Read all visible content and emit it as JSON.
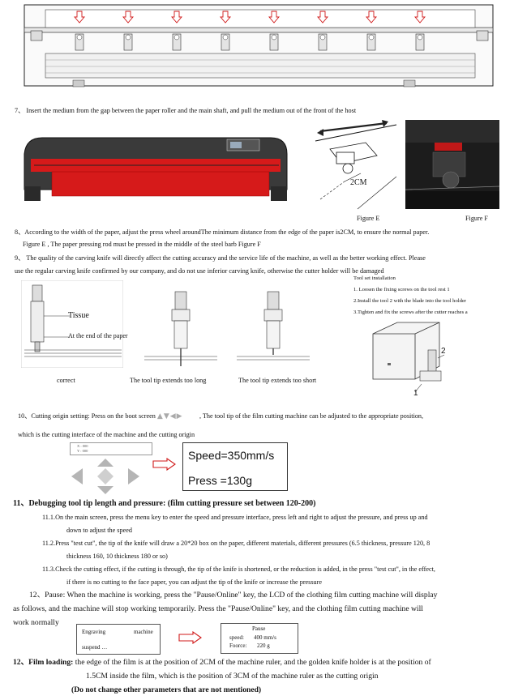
{
  "step7": {
    "num": "7、",
    "text": "Insert the medium from the gap between the paper roller and the main shaft, and pull the medium out of the front of the host"
  },
  "figures": {
    "figure_e": "Figure   E",
    "figure_f": "Figure   F",
    "distance_label": "2CM"
  },
  "step8": {
    "line1": "8、According to the width of the paper, adjust the press wheel aroundThe minimum distance from the edge of the paper is2CM, to ensure the normal paper.",
    "line2": "Figure E , The paper pressing rod must be pressed in the middle of the steel barb      Figure F"
  },
  "step9": {
    "line1": "9、   The quality of the carving knife will directly affect the cutting accuracy and the service life of the machine, as well as the better working effect. Please",
    "line2": "use the regular carving knife confirmed by our company, and do not use inferior carving knife, otherwise the cutter holder will be damaged"
  },
  "tool_install": {
    "title": "Tool set installation",
    "steps": [
      "1. Loosen the fixing screws on the tool rest 1",
      "2.Install the tool 2 with the blade into the tool holder",
      "3.Tighten and fix the screws after the cutter reaches a"
    ],
    "label_1": "1",
    "label_2": "2"
  },
  "knife_fig": {
    "tissue": "Tissue",
    "end_of_paper": "At the end of the paper"
  },
  "captions": {
    "correct": "correct",
    "too_long": "The tool tip extends too long",
    "too_short": "The tool tip extends too short"
  },
  "step10": {
    "line1": "10、Cutting origin setting: Press on the boot screen",
    "line1_end": ", The tool tip of the film cutting machine can be adjusted to the appropriate position,",
    "line2": "which is the cutting interface of the machine and the cutting origin"
  },
  "mini_screen": {
    "row1": "X :         000",
    "row2": "Y :         000"
  },
  "lcd_main": {
    "speed": "Speed=350mm/s",
    "press": "Press =130g"
  },
  "step11": {
    "title": "11、Debugging tool tip length and pressure: (film cutting pressure set between 120-200)",
    "s1a": "11.1.On the main screen, press the menu key to enter the speed and pressure interface, press left and right to adjust the pressure, and press up and",
    "s1b": "down to adjust the speed",
    "s2a": "11.2.Press \"test cut\", the tip of the knife will draw a 20*20 box on the paper, different materials, different pressures (6.5 thickness, pressure 120, 8",
    "s2b": "thickness 160, 10 thickness 180 or so)",
    "s3a": "11.3.Check the cutting effect, if the cutting is through, the tip of the knife is shortened, or the reduction is added, in the press \"test cut\", in the effect,",
    "s3b": "if there is no cutting to the face paper, you can adjust the tip of the knife or increase the pressure"
  },
  "step12": {
    "line1": "12、Pause: When the machine is working, press the \"Pause/Online\" key, the LCD of the clothing film cutting machine will display",
    "line2": "as follows, and the machine will stop working temporarily. Press the \"Pause/Online\" key, and the clothing film cutting machine will",
    "line3": "work normally"
  },
  "engraving_lcd": {
    "word1": "Engraving",
    "word2": "machine",
    "word3": "suspend …"
  },
  "pause_lcd": {
    "title": "Pause",
    "speed_label": "speed:",
    "speed_value": "400 mm/s",
    "force_label": "Foorce:",
    "force_value": "220 g"
  },
  "film_loading": {
    "title": "12、Film loading:",
    "line1": " the edge of the film is at the position of 2CM of the machine ruler, and the golden knife holder is at the position of",
    "line2": "1.5CM inside the film, which is the position of 3CM of the machine ruler as the cutting origin",
    "note": "(Do not change other parameters that are not mentioned)"
  }
}
